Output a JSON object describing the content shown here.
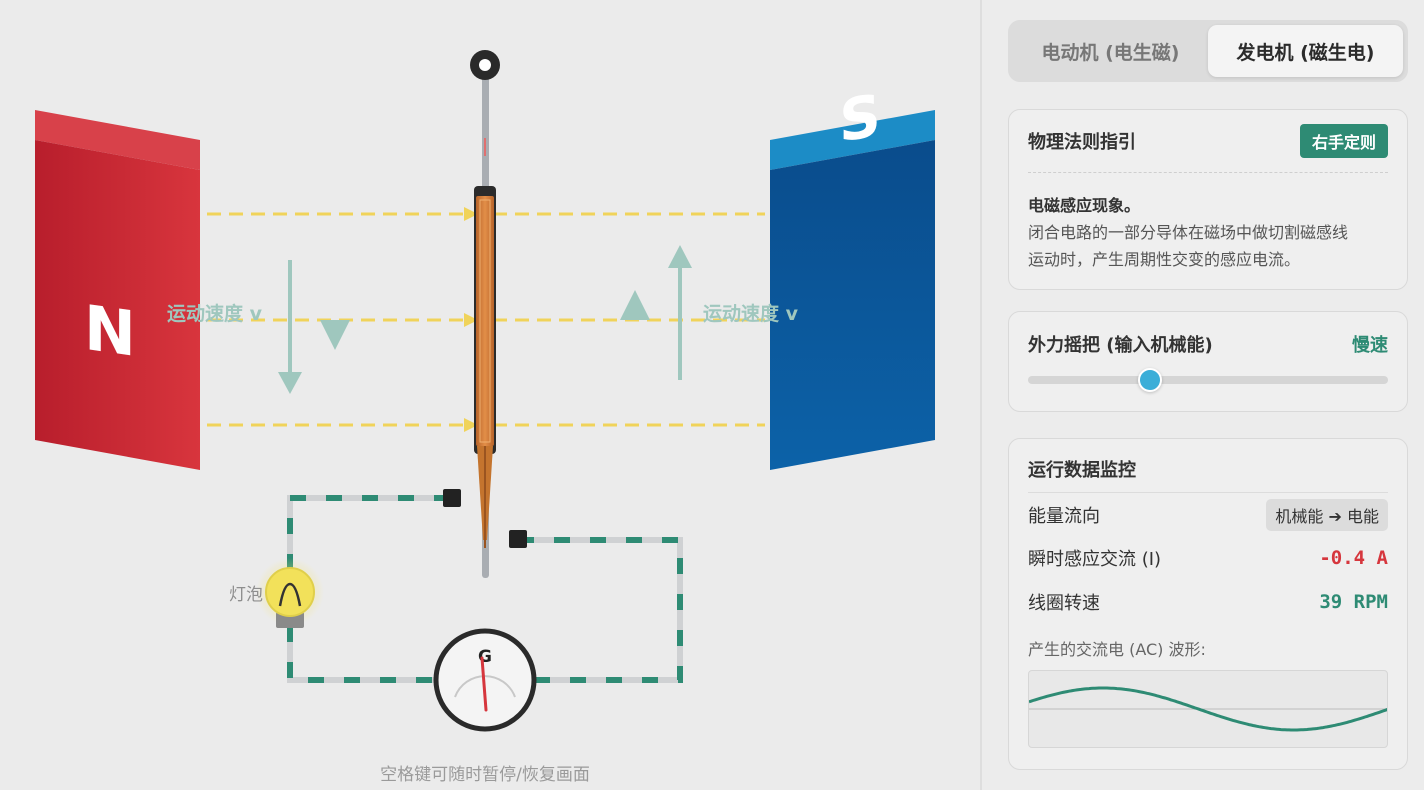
{
  "stage": {
    "north_label": "N",
    "south_label": "S",
    "velocity_label_left": "运动速度 v",
    "velocity_label_right": "运动速度 v",
    "bulb_label": "灯泡",
    "galvanometer_label": "G",
    "pause_hint": "空格键可随时暂停/恢复画面",
    "colors": {
      "north": "#cf2a35",
      "south": "#0a5a9c",
      "field_lines": "#f0d35a",
      "wire_dash": "#2e8b74",
      "coil": "#d9823d"
    }
  },
  "panel": {
    "tabs": [
      {
        "label": "电动机 (电生磁)",
        "active": false
      },
      {
        "label": "发电机 (磁生电)",
        "active": true
      }
    ],
    "law": {
      "title": "物理法则指引",
      "rule_badge": "右手定则",
      "heading": "电磁感应现象。",
      "body_line1": "闭合电路的一部分导体在磁场中做切割磁感线",
      "body_line2": "运动时，产生周期性交变的感应电流。"
    },
    "crank": {
      "title": "外力摇把 (输入机械能)",
      "speed_text": "慢速",
      "slider_value": 0.34
    },
    "monitor": {
      "title": "运行数据监控",
      "energy_label": "能量流向",
      "energy_value": "机械能 ➔ 电能",
      "current_label": "瞬时感应交流 (I)",
      "current_value": "-0.4 A",
      "rpm_label": "线圈转速",
      "rpm_value": "39 RPM",
      "waveform_label": "产生的交流电 (AC) 波形:",
      "waveform_color": "#2e8b74"
    }
  }
}
